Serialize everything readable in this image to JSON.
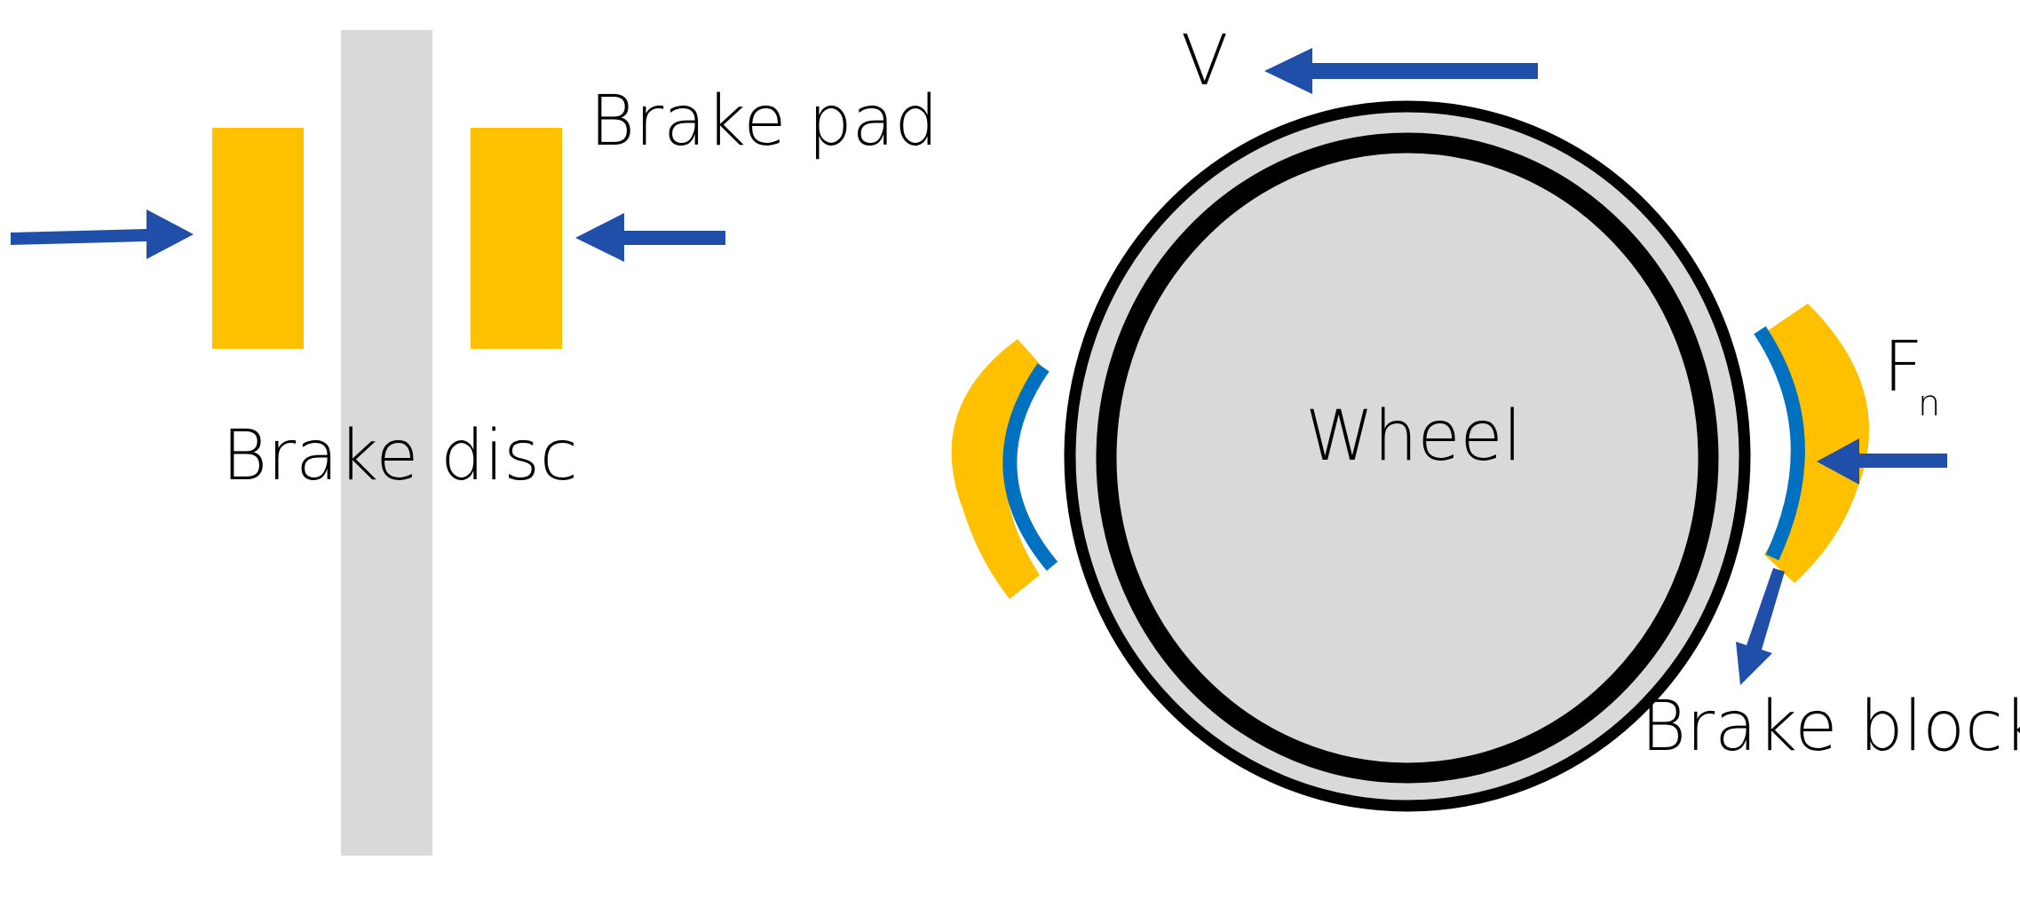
{
  "colors": {
    "background": "#ffffff",
    "disc": "#d9d9d9",
    "pad": "#ffc000",
    "arrow": "#1f4fa8",
    "lining": "#0070c0",
    "tire": "#000000",
    "wheel": "#d9d9d9"
  },
  "labels": {
    "brake_pad": "Brake pad",
    "brake_disc": "Brake disc",
    "wheel": "Wheel",
    "velocity": "V",
    "normal_force": "F",
    "normal_force_sub": "n",
    "brake_block": "Brake block"
  }
}
